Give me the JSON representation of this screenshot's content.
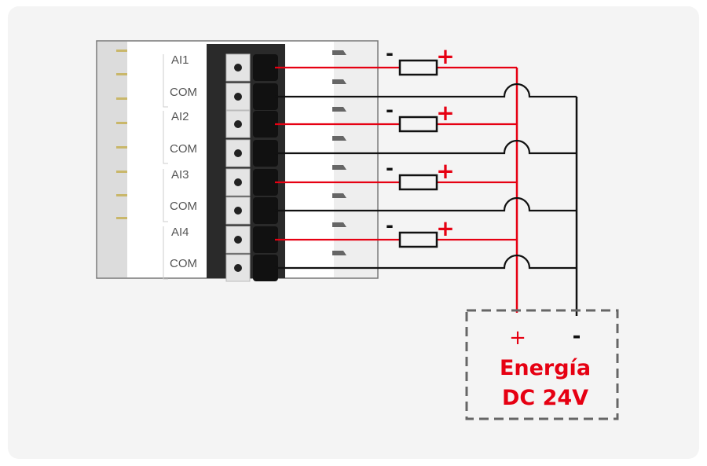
{
  "terminals": [
    {
      "label": "AI1",
      "type": "signal"
    },
    {
      "label": "COM",
      "type": "common"
    },
    {
      "label": "AI2",
      "type": "signal"
    },
    {
      "label": "COM",
      "type": "common"
    },
    {
      "label": "AI3",
      "type": "signal"
    },
    {
      "label": "COM",
      "type": "common"
    },
    {
      "label": "AI4",
      "type": "signal"
    },
    {
      "label": "COM",
      "type": "common"
    }
  ],
  "sensors": [
    {
      "minus": "-",
      "plus": "+"
    },
    {
      "minus": "-",
      "plus": "+"
    },
    {
      "minus": "-",
      "plus": "+"
    },
    {
      "minus": "-",
      "plus": "+"
    }
  ],
  "power_supply": {
    "plus": "+",
    "minus": "-",
    "line1": "Energía",
    "line2": "DC 24V"
  },
  "colors": {
    "positive_wire": "#e60012",
    "common_wire": "#111111",
    "background": "#f4f4f4",
    "box_border": "#666666"
  }
}
